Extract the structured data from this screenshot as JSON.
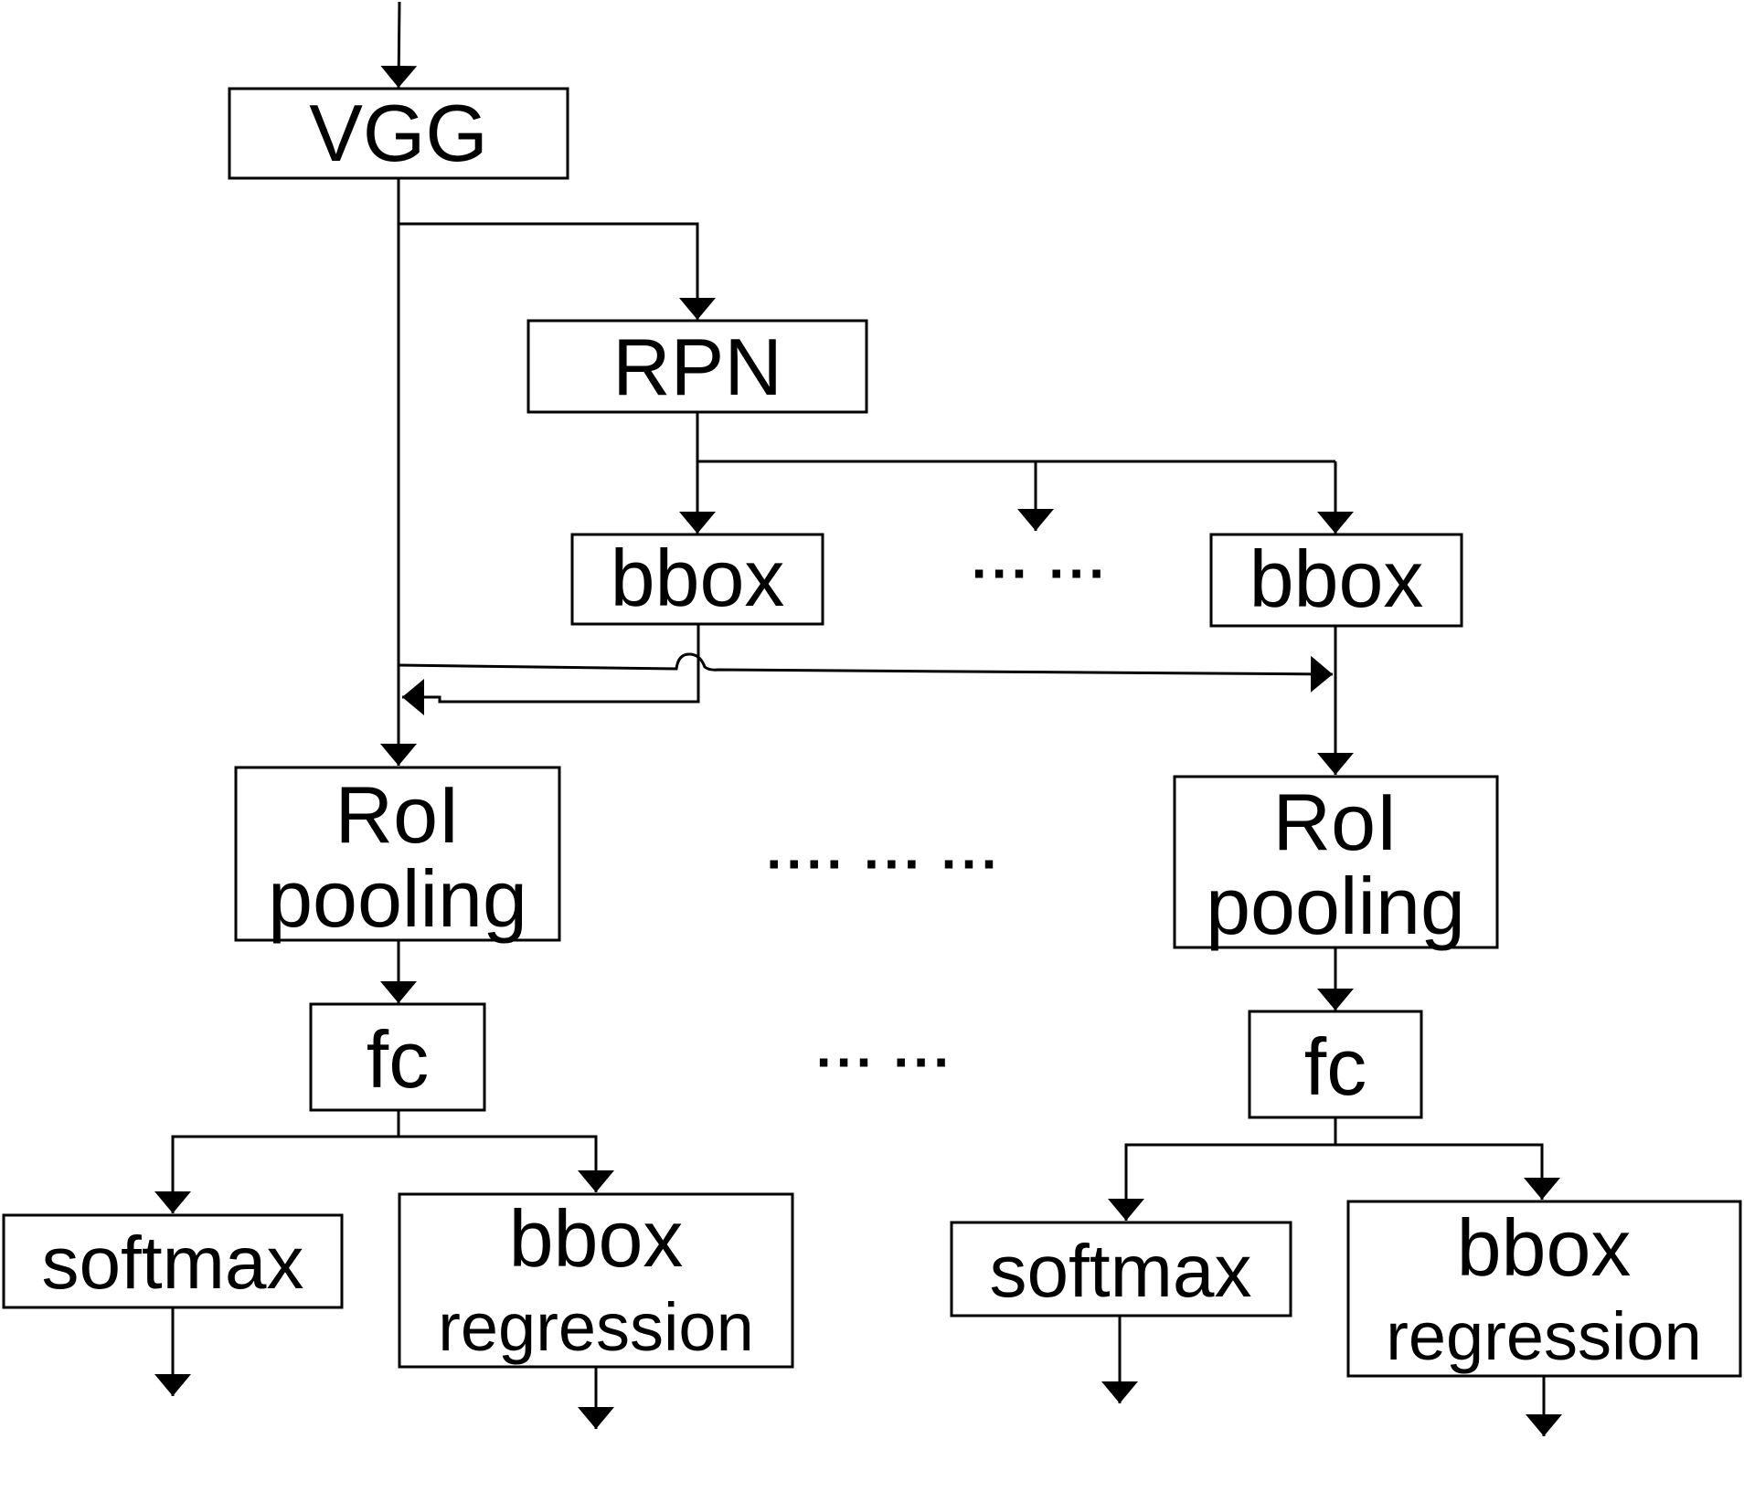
{
  "nodes": {
    "vgg": "VGG",
    "rpn": "RPN",
    "bbox_left": "bbox",
    "bbox_right": "bbox",
    "roi_left_line1": "RoI",
    "roi_left_line2": "pooling",
    "roi_right_line1": "RoI",
    "roi_right_line2": "pooling",
    "fc_left": "fc",
    "fc_right": "fc",
    "softmax_left": "softmax",
    "softmax_right": "softmax",
    "bboxreg_left_line1": "bbox",
    "bboxreg_left_line2": "regression",
    "bboxreg_right_line1": "bbox",
    "bboxreg_right_line2": "regression"
  },
  "ellipses": {
    "bbox_row": "··· ···",
    "roi_row": "···· ··· ···",
    "fc_row": "··· ···"
  },
  "colors": {
    "stroke": "#000000",
    "background": "#ffffff"
  }
}
